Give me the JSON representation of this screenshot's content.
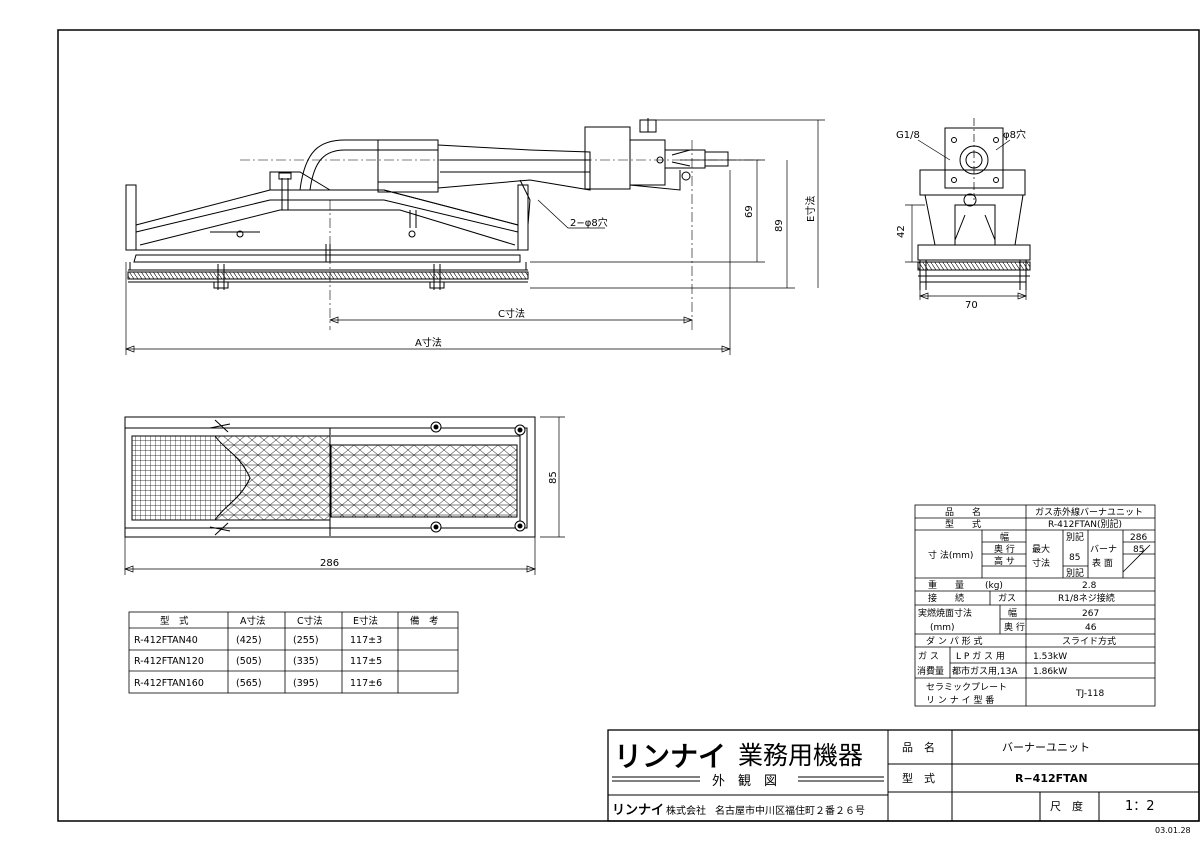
{
  "dims": {
    "a_label": "A寸法",
    "c_label": "C寸法",
    "e_label": "E寸法",
    "d69": "69",
    "d89": "89",
    "hole_note": "2−φ8穴",
    "g18": "G1/8",
    "phi8": "φ8穴",
    "d42": "42",
    "d70": "70",
    "d85": "85",
    "d286": "286"
  },
  "model_table": {
    "headers": [
      "型　式",
      "A寸法",
      "C寸法",
      "E寸法",
      "備　考"
    ],
    "rows": [
      [
        "R-412FTAN40",
        "(425)",
        "(255)",
        "117±3",
        ""
      ],
      [
        "R-412FTAN120",
        "(505)",
        "(335)",
        "117±5",
        ""
      ],
      [
        "R-412FTAN160",
        "(565)",
        "(395)",
        "117±6",
        ""
      ]
    ]
  },
  "spec": {
    "name_label": "品　　名",
    "name_value": "ガス赤外線バーナユニット",
    "type_label": "型　　式",
    "type_value": "R-412FTAN(別記)",
    "dim_label": "寸 法(mm)",
    "width_label": "幅",
    "depth_label": "奥 行",
    "height_label": "高 サ",
    "max_label_1": "最大",
    "max_label_2": "寸法",
    "width_value": "別記",
    "depth_value": "85",
    "height_value": "別記",
    "burner_label_1": "バーナ",
    "burner_label_2": "表 面",
    "burner_w": "286",
    "burner_d": "85",
    "weight_label": "重　　量",
    "weight_unit": "(kg)",
    "weight_value": "2.8",
    "conn_label": "接　　続",
    "gas_label": "ガス",
    "conn_value": "R1/8ネジ接続",
    "area_label_1": "実燃焼面寸法",
    "area_label_2": "(mm)",
    "area_w_label": "幅",
    "area_w_value": "267",
    "area_d_label": "奥 行",
    "area_d_value": "46",
    "damper_label": "ダ ン パ 形 式",
    "damper_value": "スライド方式",
    "cons_label_1": "ガ ス",
    "cons_label_2": "消費量",
    "lp_label": "L P ガ ス 用",
    "lp_value": "1.53kW",
    "city_label": "都市ガス用,13A",
    "city_value": "1.86kW",
    "plate_label_1": "セラミックプレート",
    "plate_label_2": "リ ン ナ イ 型 番",
    "plate_value": "TJ-118"
  },
  "title_block": {
    "brand": "リンナイ",
    "division": "業務用機器",
    "view": "外　観　図",
    "company_brand": "リンナイ",
    "company": "株式会社",
    "address": "名古屋市中川区福住町２番２６号",
    "item_label": "品　名",
    "item_value": "バーナーユニット",
    "model_label": "型　式",
    "model_value": "R−412FTAN",
    "scale_label": "尺　度",
    "scale_value": "1：2",
    "date": "03.01.28"
  }
}
